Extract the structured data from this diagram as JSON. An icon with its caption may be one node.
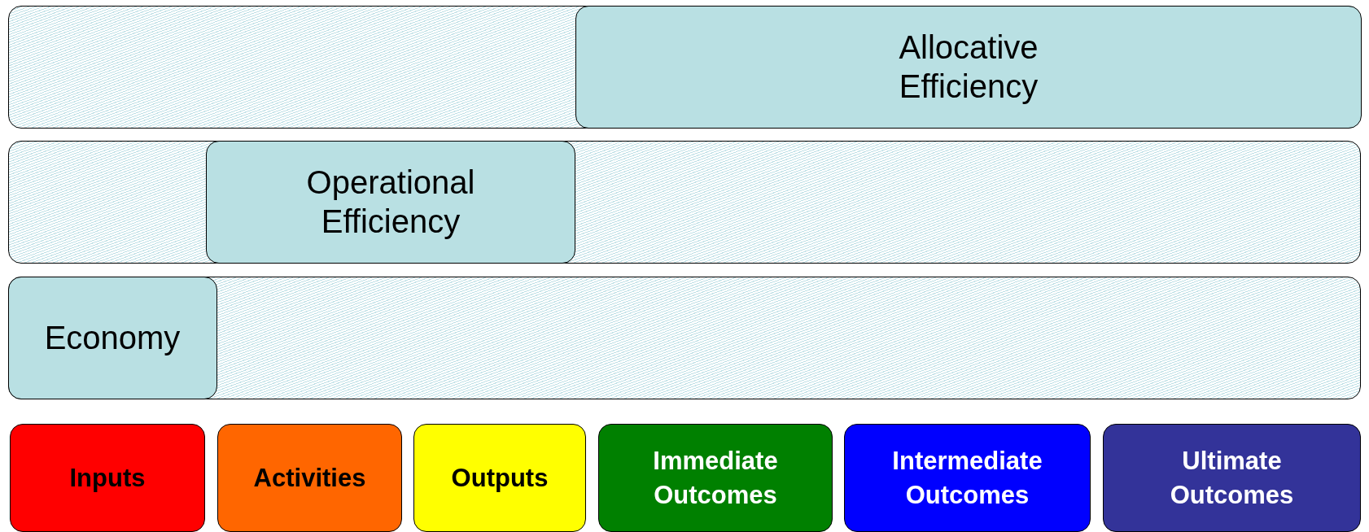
{
  "diagram": {
    "nodes": [
      {
        "text": [],
        "shape": "box"
      },
      {
        "text": [
          "Allocative Efficiency"
        ],
        "in": 0
      },
      {
        "text": [],
        "shape": "box"
      },
      {
        "text": [
          "Operational Efficiency"
        ],
        "in": 2
      },
      {
        "text": [],
        "shape": "box"
      },
      {
        "text": [
          "Economy"
        ],
        "in": 4
      },
      {
        "text": [
          "Inputs"
        ]
      },
      {
        "text": [
          "Activities"
        ]
      },
      {
        "text": [
          "Outputs"
        ]
      },
      {
        "text": [
          "Immediate Outcomes"
        ]
      },
      {
        "text": [
          "Intermediate Outcomes"
        ]
      },
      {
        "text": [
          "Ultimate Outcomes"
        ]
      }
    ]
  }
}
